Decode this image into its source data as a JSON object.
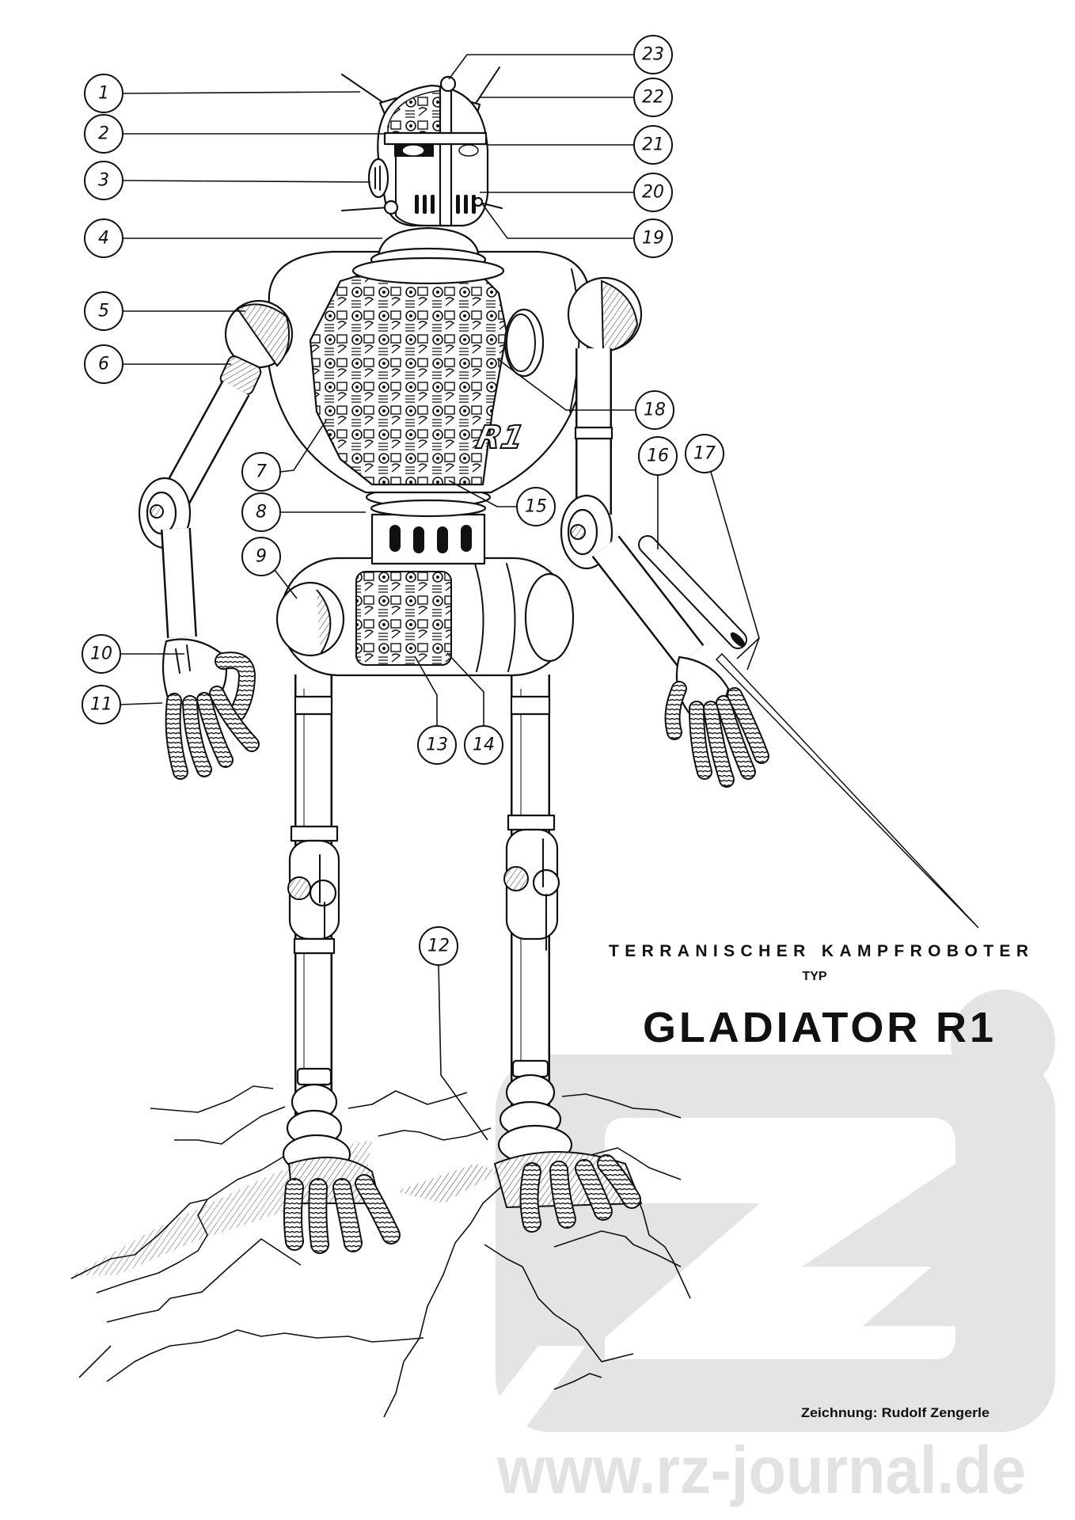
{
  "callouts": [
    "1",
    "2",
    "3",
    "4",
    "5",
    "6",
    "7",
    "8",
    "9",
    "10",
    "11",
    "12",
    "13",
    "14",
    "15",
    "16",
    "17",
    "18",
    "19",
    "20",
    "21",
    "22",
    "23"
  ],
  "title": {
    "line1": "TERRANISCHER KAMPFROBOTER",
    "line2": "TYP",
    "name": "GLADIATOR R1"
  },
  "torso_marking": "R1",
  "credit": "Zeichnung: Rudolf Zengerle",
  "watermark": {
    "url": "www.rz-journal.de",
    "logo_text": "rzj"
  },
  "colors": {
    "ink": "#111111",
    "paper": "#ffffff",
    "watermark": "#e2e2e2"
  }
}
